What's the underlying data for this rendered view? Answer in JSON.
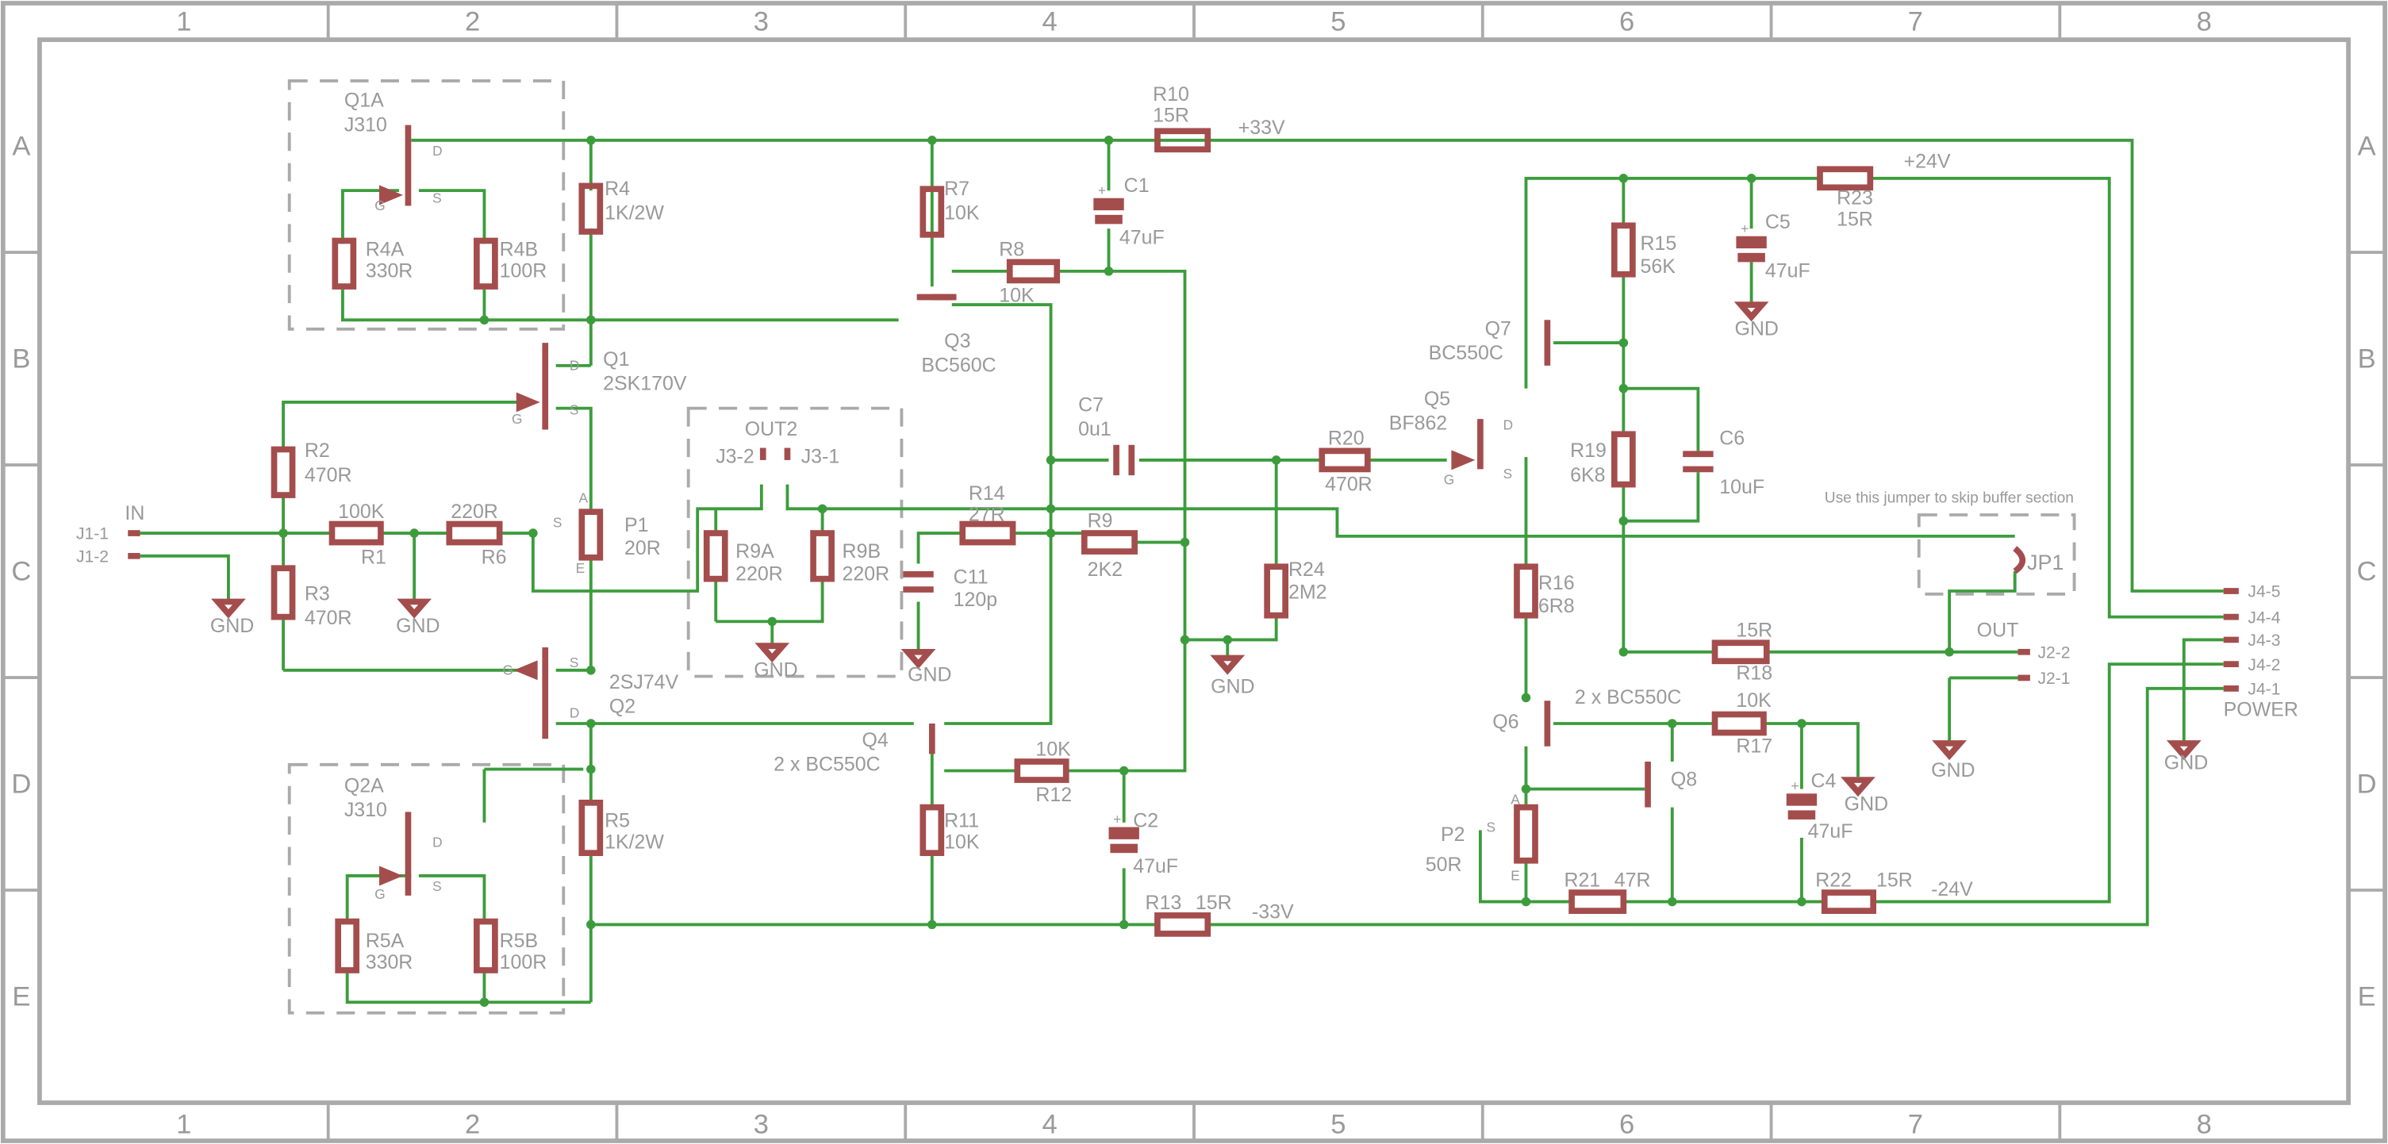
{
  "frame": {
    "columns": [
      "1",
      "2",
      "3",
      "4",
      "5",
      "6",
      "7",
      "8"
    ],
    "rows": [
      "A",
      "B",
      "C",
      "D",
      "E"
    ]
  },
  "colors": {
    "component": "#a44d4d",
    "net": "#3c9c3c",
    "text": "#999999",
    "frame": "#aaaaaa"
  },
  "labels": {
    "q1a_name": "Q1A",
    "q1a_type": "J310",
    "q2a_name": "Q2A",
    "q2a_type": "J310",
    "q1_name": "Q1",
    "q1_type": "2SK170V",
    "q2_name": "Q2",
    "q2_type": "2SJ74V",
    "q3_name": "Q3",
    "q3_type": "BC560C",
    "q4_name": "Q4",
    "q4_type": "2 x BC550C",
    "q5_name": "Q5",
    "q5_type": "BF862",
    "q6_name": "Q6",
    "q6_type": "2 x BC550C",
    "q7_name": "Q7",
    "q7_type": "BC550C",
    "q8_name": "Q8",
    "r4a_name": "R4A",
    "r4a_val": "330R",
    "r4b_name": "R4B",
    "r4b_val": "100R",
    "r5a_name": "R5A",
    "r5a_val": "330R",
    "r5b_name": "R5B",
    "r5b_val": "100R",
    "r4_name": "R4",
    "r4_val": "1K/2W",
    "r5_name": "R5",
    "r5_val": "1K/2W",
    "r2_name": "R2",
    "r2_val": "470R",
    "r3_name": "R3",
    "r3_val": "470R",
    "r1_name": "R1",
    "r1_val": "100K",
    "r6_name": "R6",
    "r6_val": "220R",
    "p1_name": "P1",
    "p1_val": "20R",
    "r7_name": "R7",
    "r7_val": "10K",
    "r8_name": "R8",
    "r8_val": "10K",
    "r10_name": "R10",
    "r10_val": "15R",
    "c1_name": "C1",
    "c1_val": "47uF",
    "v33": "+33V",
    "vm33": "-33V",
    "v24": "+24V",
    "vm24": "-24V",
    "out2": "OUT2",
    "j32": "J3-2",
    "j31": "J3-1",
    "r9a_name": "R9A",
    "r9a_val": "220R",
    "r9b_name": "R9B",
    "r9b_val": "220R",
    "c7_name": "C7",
    "c7_val": "0u1",
    "r14_name": "R14",
    "r14_val": "27R",
    "r9_name": "R9",
    "r9_val": "2K2",
    "c11_name": "C11",
    "c11_val": "120p",
    "r20_name": "R20",
    "r20_val": "470R",
    "r24_name": "R24",
    "r24_val": "2M2",
    "r12_name": "R12",
    "r12_val": "10K",
    "r11_name": "R11",
    "r11_val": "10K",
    "c2_name": "C2",
    "c2_val": "47uF",
    "r13_name": "R13",
    "r13_val": "15R",
    "r15_name": "R15",
    "r15_val": "56K",
    "r19_name": "R19",
    "r19_val": "6K8",
    "c6_name": "C6",
    "c6_val": "10uF",
    "c5_name": "C5",
    "c5_val": "47uF",
    "r23_name": "R23",
    "r23_val": "15R",
    "r16_name": "R16",
    "r16_val": "6R8",
    "r18_name": "R18",
    "r18_val": "15R",
    "r17_name": "R17",
    "r17_val": "10K",
    "c4_name": "C4",
    "c4_val": "47uF",
    "p2_name": "P2",
    "p2_val": "50R",
    "r21_name": "R21",
    "r21_val": "47R",
    "r22_name": "R22",
    "r22_val": "15R",
    "jp1": "JP1",
    "jumper_note": "Use this jumper to skip buffer section",
    "in": "IN",
    "j11": "J1-1",
    "j12": "J1-2",
    "out": "OUT",
    "j22": "J2-2",
    "j21": "J2-1",
    "j45": "J4-5",
    "j44": "J4-4",
    "j43": "J4-3",
    "j42": "J4-2",
    "j41": "J4-1",
    "power": "POWER",
    "gnd": "GND",
    "pin_d": "D",
    "pin_g": "G",
    "pin_s": "S",
    "pin_a": "A",
    "pin_e": "E",
    "plus": "+"
  }
}
